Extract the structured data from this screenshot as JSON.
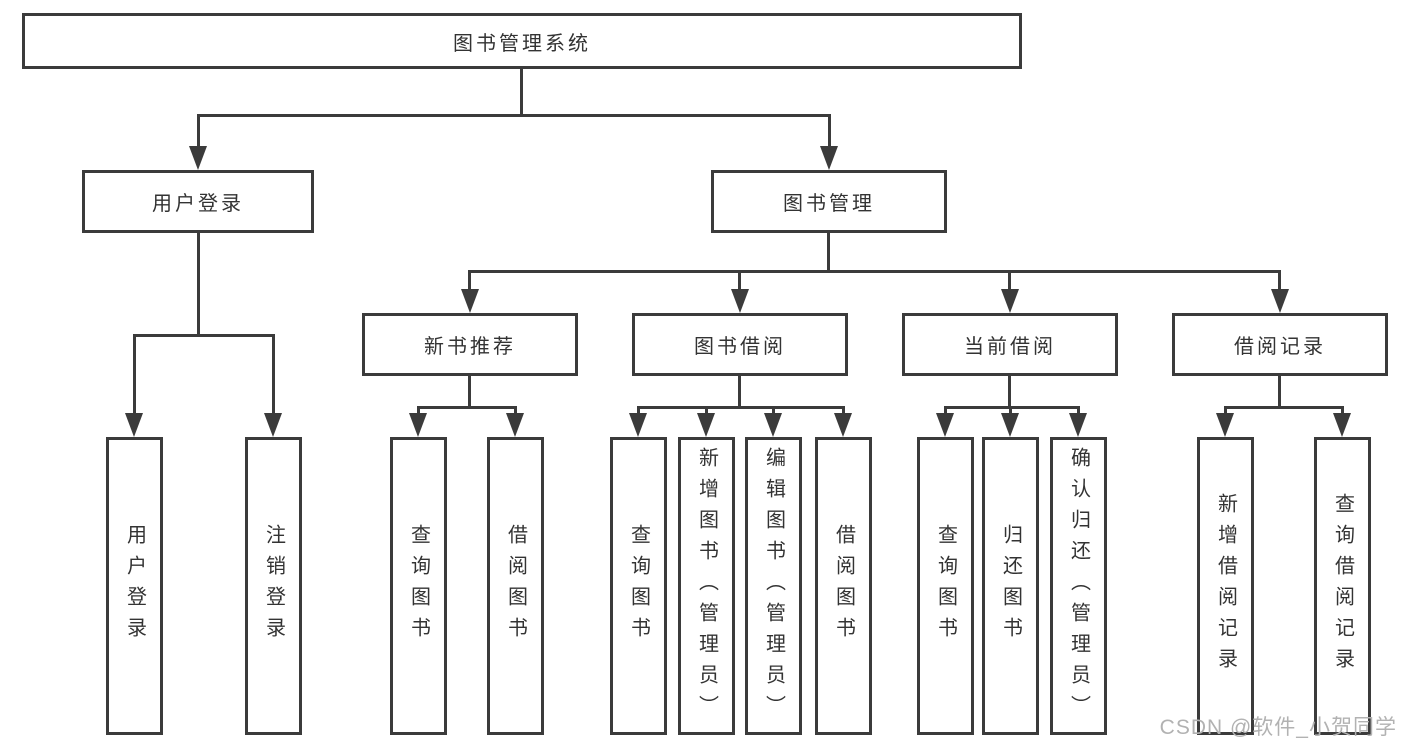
{
  "diagram": {
    "title": "图书管理系统",
    "level2": [
      {
        "label": "用户登录"
      },
      {
        "label": "图书管理"
      }
    ],
    "level3": [
      {
        "label": "新书推荐"
      },
      {
        "label": "图书借阅"
      },
      {
        "label": "当前借阅"
      },
      {
        "label": "借阅记录"
      }
    ],
    "leaves": [
      {
        "label": "用户登录"
      },
      {
        "label": "注销登录"
      },
      {
        "label": "查询图书"
      },
      {
        "label": "借阅图书"
      },
      {
        "label": "查询图书"
      },
      {
        "label": "新增图书（管理员）"
      },
      {
        "label": "编辑图书（管理员）"
      },
      {
        "label": "借阅图书"
      },
      {
        "label": "查询图书"
      },
      {
        "label": "归还图书"
      },
      {
        "label": "确认归还（管理员）"
      },
      {
        "label": "新增借阅记录"
      },
      {
        "label": "查询借阅记录"
      }
    ],
    "watermark": "CSDN @软件_小贺同学",
    "colors": {
      "line": "#3b3b3b",
      "text": "#333333",
      "background": "#ffffff",
      "watermark": "#b2b2b2"
    }
  }
}
